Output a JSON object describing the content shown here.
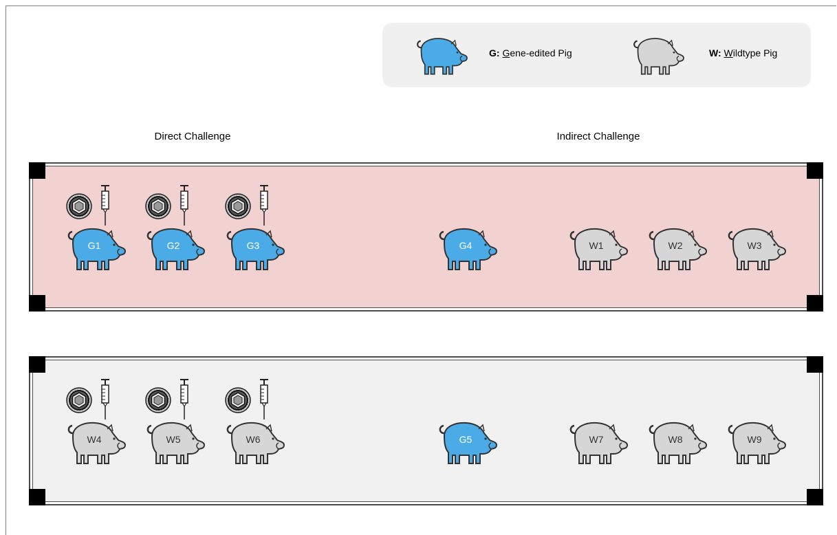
{
  "legend": {
    "gene_edited": {
      "prefix": "G:",
      "initial": "G",
      "rest": "ene-edited Pig"
    },
    "wildtype": {
      "prefix": "W:",
      "initial": "W",
      "rest": "ildtype Pig"
    }
  },
  "sections": {
    "direct": "Direct Challenge",
    "indirect": "Indirect Challenge"
  },
  "colors": {
    "gene_edited_pig": "#4aabe6",
    "wildtype_pig": "#d6d6d6",
    "pen1_floor": "#f2d1d1",
    "pen2_floor": "#f1f1f1",
    "legend_bg": "#f0f0f0"
  },
  "pens": [
    {
      "pigs": [
        {
          "id": "G1",
          "type": "gene-edited",
          "challenge": "direct"
        },
        {
          "id": "G2",
          "type": "gene-edited",
          "challenge": "direct"
        },
        {
          "id": "G3",
          "type": "gene-edited",
          "challenge": "direct"
        },
        {
          "id": "G4",
          "type": "gene-edited",
          "challenge": "indirect"
        },
        {
          "id": "W1",
          "type": "wildtype",
          "challenge": "indirect"
        },
        {
          "id": "W2",
          "type": "wildtype",
          "challenge": "indirect"
        },
        {
          "id": "W3",
          "type": "wildtype",
          "challenge": "indirect"
        }
      ]
    },
    {
      "pigs": [
        {
          "id": "W4",
          "type": "wildtype",
          "challenge": "direct"
        },
        {
          "id": "W5",
          "type": "wildtype",
          "challenge": "direct"
        },
        {
          "id": "W6",
          "type": "wildtype",
          "challenge": "direct"
        },
        {
          "id": "G5",
          "type": "gene-edited",
          "challenge": "indirect"
        },
        {
          "id": "W7",
          "type": "wildtype",
          "challenge": "indirect"
        },
        {
          "id": "W8",
          "type": "wildtype",
          "challenge": "indirect"
        },
        {
          "id": "W9",
          "type": "wildtype",
          "challenge": "indirect"
        }
      ]
    }
  ]
}
